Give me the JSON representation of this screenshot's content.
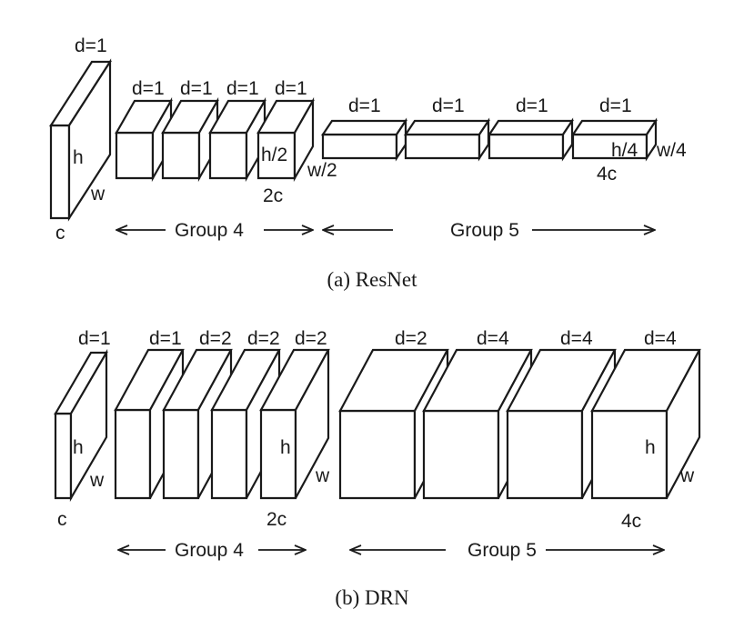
{
  "resnet": {
    "caption": "(a) ResNet",
    "input": {
      "d": "d=1",
      "h": "h",
      "w": "w",
      "c": "c"
    },
    "group4": {
      "label": "Group 4",
      "blocks": [
        "d=1",
        "d=1",
        "d=1",
        "d=1"
      ],
      "h": "h/2",
      "w": "w/2",
      "c": "2c"
    },
    "group5": {
      "label": "Group 5",
      "blocks": [
        "d=1",
        "d=1",
        "d=1",
        "d=1"
      ],
      "h": "h/4",
      "w": "w/4",
      "c": "4c"
    }
  },
  "drn": {
    "caption": "(b) DRN",
    "input": {
      "d": "d=1",
      "h": "h",
      "w": "w",
      "c": "c"
    },
    "group4": {
      "label": "Group 4",
      "blocks": [
        "d=1",
        "d=2",
        "d=2",
        "d=2"
      ],
      "h": "h",
      "w": "w",
      "c": "2c"
    },
    "group5": {
      "label": "Group 5",
      "blocks": [
        "d=2",
        "d=4",
        "d=4",
        "d=4"
      ],
      "h": "h",
      "w": "w",
      "c": "4c"
    }
  },
  "colors": {
    "stroke": "#1a1a1a",
    "fill": "#ffffff"
  }
}
